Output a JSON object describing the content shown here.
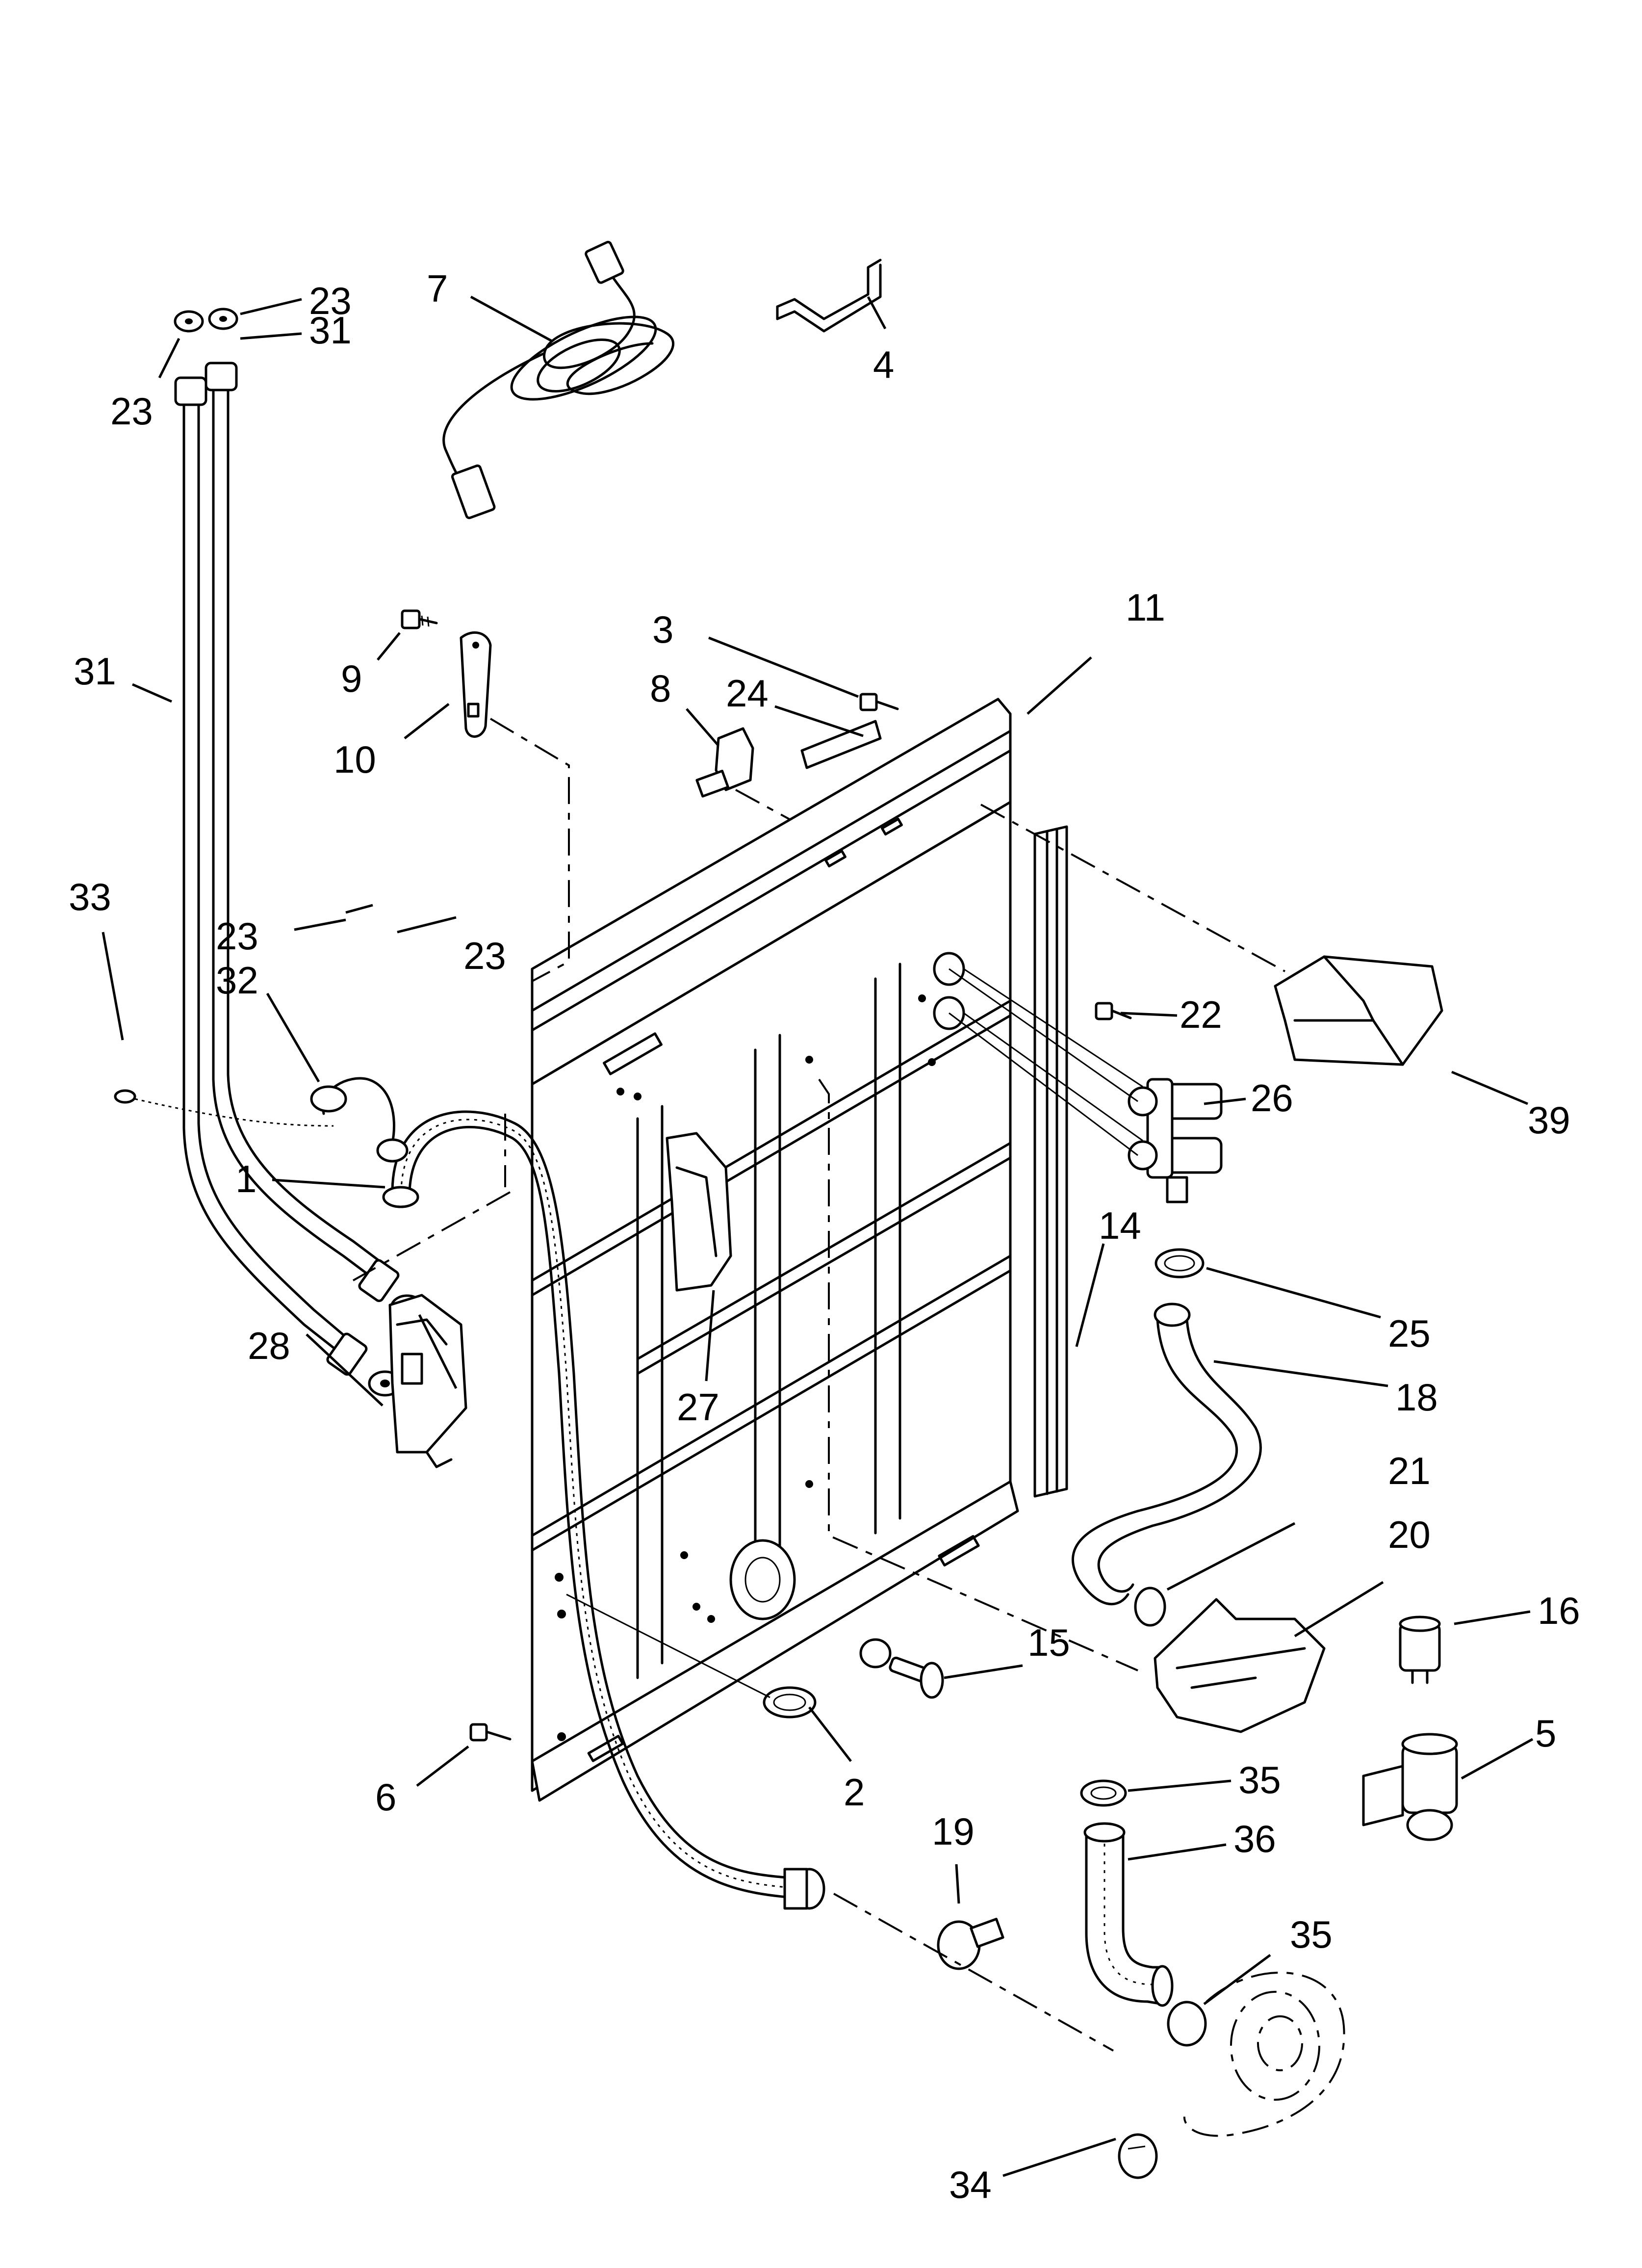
{
  "diagram": {
    "type": "exploded-parts-diagram",
    "accent_color": "#000000",
    "background_color": "#ffffff",
    "callouts": [
      {
        "id": "c1",
        "label": "1"
      },
      {
        "id": "c2",
        "label": "2"
      },
      {
        "id": "c3",
        "label": "3"
      },
      {
        "id": "c4",
        "label": "4"
      },
      {
        "id": "c5",
        "label": "5"
      },
      {
        "id": "c6",
        "label": "6"
      },
      {
        "id": "c7",
        "label": "7"
      },
      {
        "id": "c8",
        "label": "8"
      },
      {
        "id": "c9",
        "label": "9"
      },
      {
        "id": "c10",
        "label": "10"
      },
      {
        "id": "c11",
        "label": "11"
      },
      {
        "id": "c14",
        "label": "14"
      },
      {
        "id": "c15",
        "label": "15"
      },
      {
        "id": "c16",
        "label": "16"
      },
      {
        "id": "c18",
        "label": "18"
      },
      {
        "id": "c19",
        "label": "19"
      },
      {
        "id": "c20",
        "label": "20"
      },
      {
        "id": "c21",
        "label": "21"
      },
      {
        "id": "c22",
        "label": "22"
      },
      {
        "id": "c23a",
        "label": "23"
      },
      {
        "id": "c23b",
        "label": "23"
      },
      {
        "id": "c23c",
        "label": "23"
      },
      {
        "id": "c23d",
        "label": "23"
      },
      {
        "id": "c24",
        "label": "24"
      },
      {
        "id": "c25",
        "label": "25"
      },
      {
        "id": "c26",
        "label": "26"
      },
      {
        "id": "c27",
        "label": "27"
      },
      {
        "id": "c28",
        "label": "28"
      },
      {
        "id": "c31a",
        "label": "31"
      },
      {
        "id": "c31b",
        "label": "31"
      },
      {
        "id": "c32",
        "label": "32"
      },
      {
        "id": "c33",
        "label": "33"
      },
      {
        "id": "c34",
        "label": "34"
      },
      {
        "id": "c35a",
        "label": "35"
      },
      {
        "id": "c35b",
        "label": "35"
      },
      {
        "id": "c36",
        "label": "36"
      },
      {
        "id": "c39",
        "label": "39"
      }
    ]
  }
}
